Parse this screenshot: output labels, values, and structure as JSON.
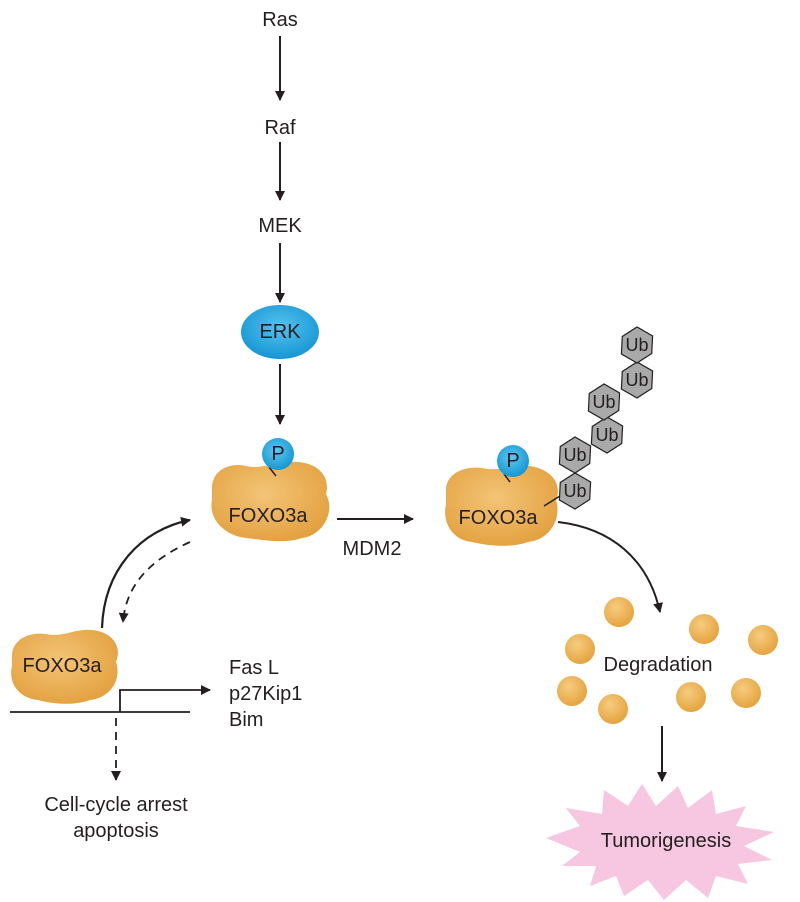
{
  "pathway": {
    "ras": "Ras",
    "raf": "Raf",
    "mek": "MEK",
    "erk": "ERK"
  },
  "phospho_label": "P",
  "foxo_label": "FOXO3a",
  "mdm2_label": "MDM2",
  "ub_label": "Ub",
  "targets": [
    "Fas L",
    "p27Kip1",
    "Bim"
  ],
  "outcome": {
    "line1": "Cell-cycle arrest",
    "line2": "apoptosis"
  },
  "degradation_label": "Degradation",
  "tumor_label": "Tumorigenesis",
  "colors": {
    "erk_blue": "#1aa3df",
    "foxo_orange": "#e9a94a",
    "ub_gray": "#a9a9a9",
    "tumor_pink": "#f7c6e1",
    "arrow": "#231f20"
  }
}
